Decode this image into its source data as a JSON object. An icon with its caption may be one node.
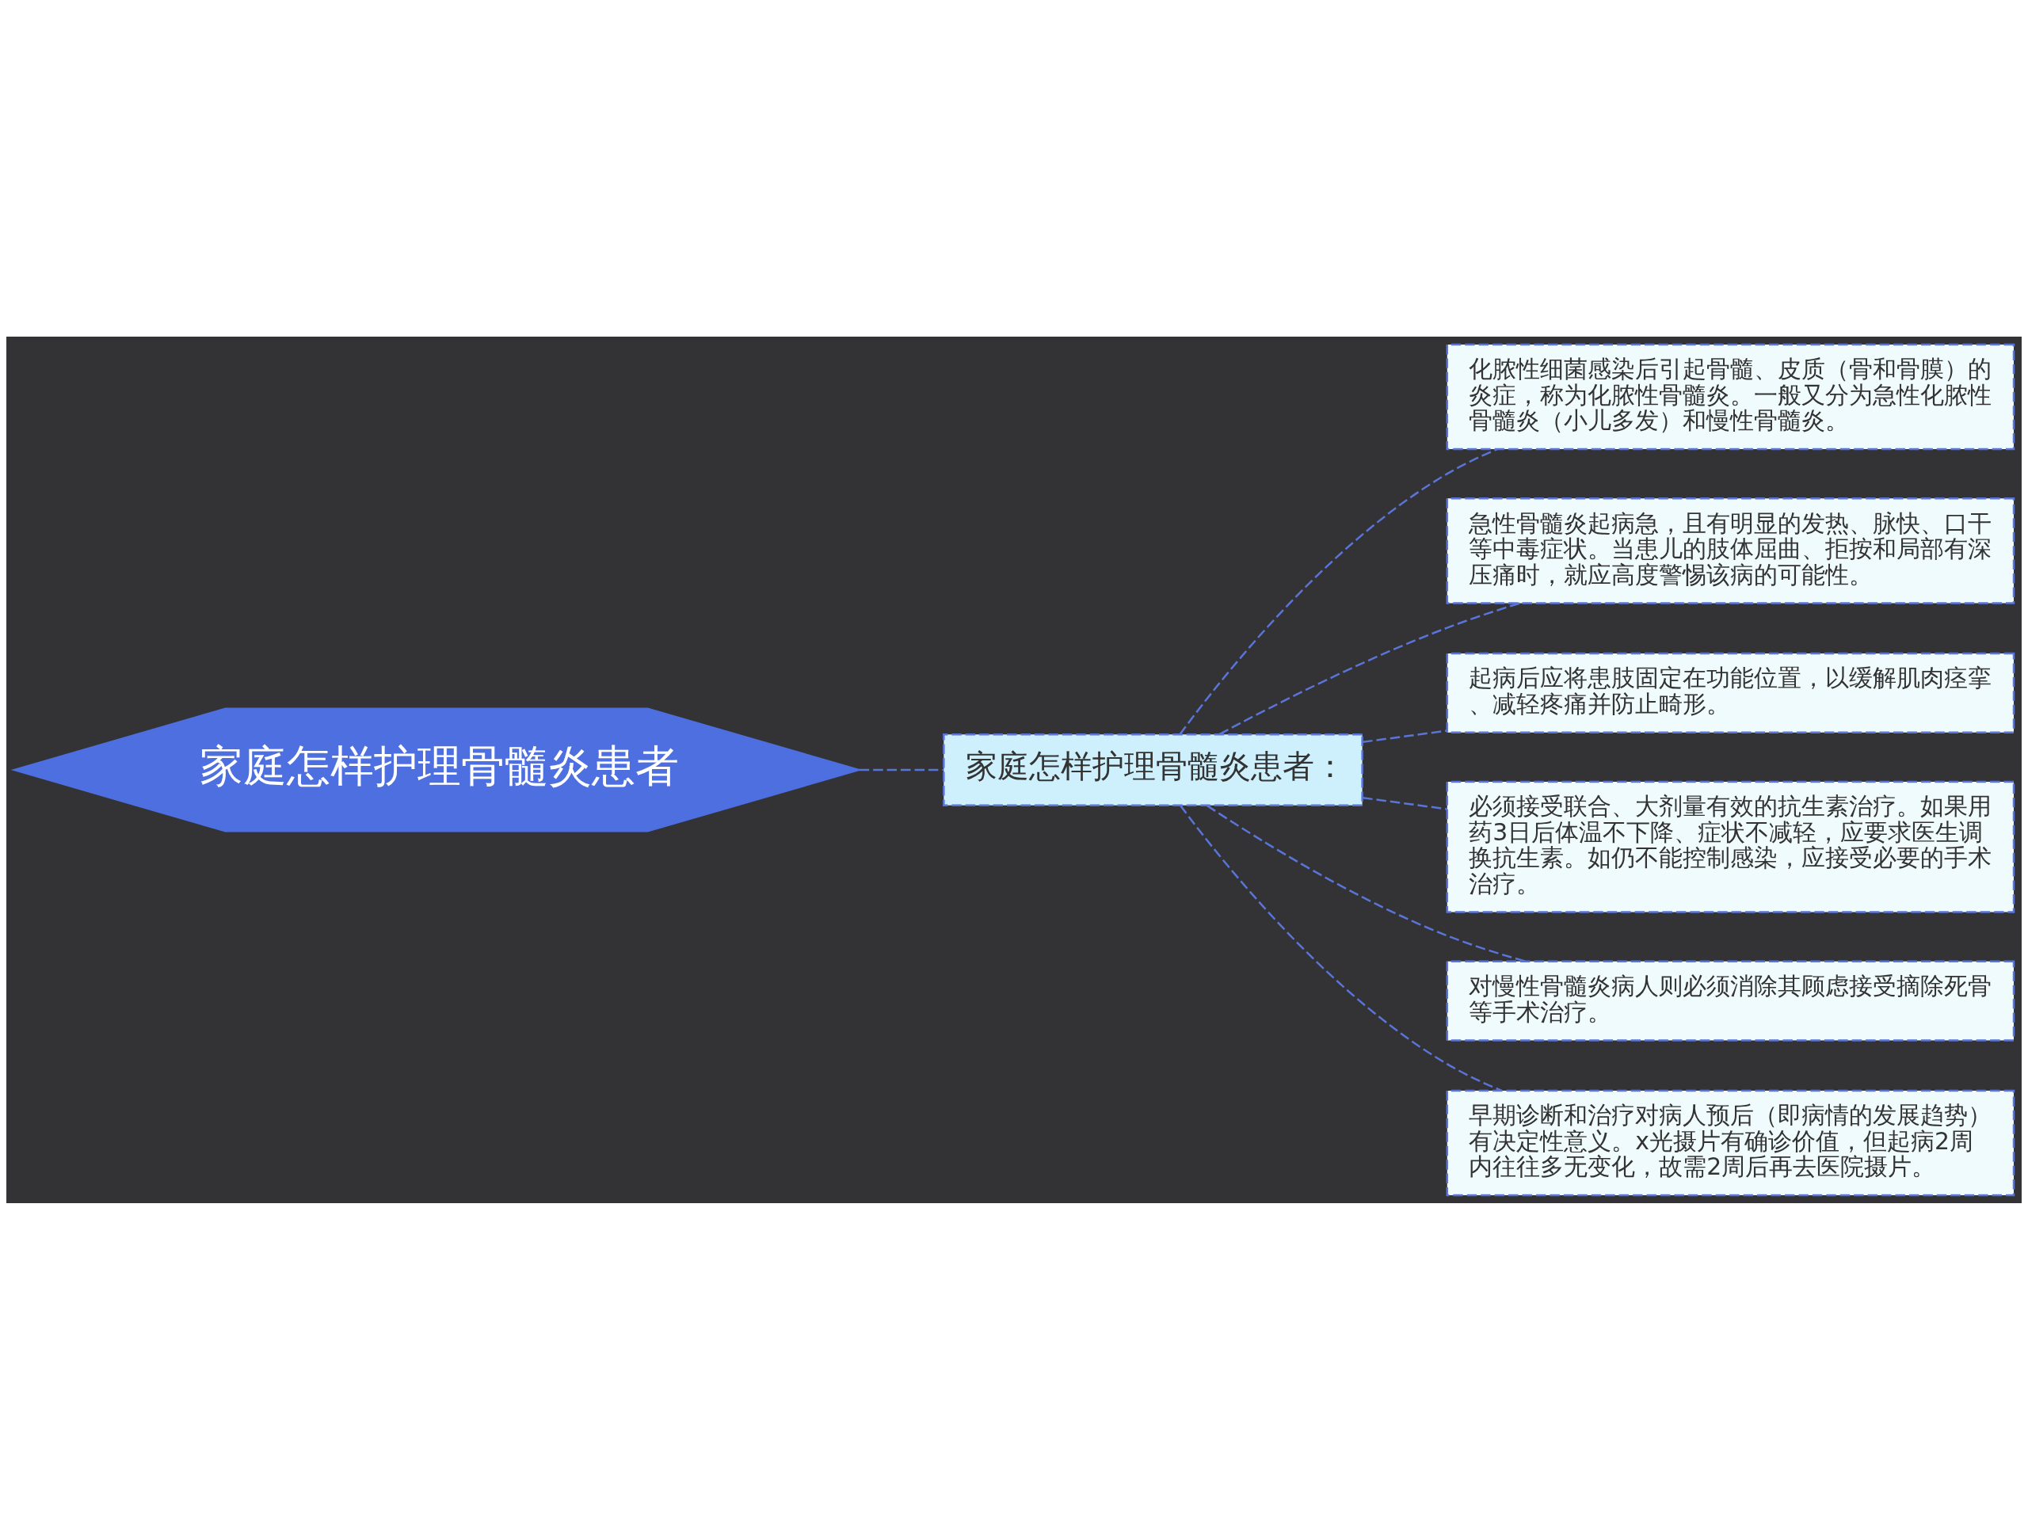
{
  "diagram": {
    "nodes": [
      {
        "text": [
          "家庭怎样护理骨髓炎患者"
        ]
      },
      {
        "text": [
          "家庭怎样护理骨髓炎患者："
        ]
      },
      {
        "text": [
          "化脓性细菌感染后引起骨髓、皮质（骨和骨膜）的炎症，称为化脓性骨髓炎。一般又分为急性化脓性骨髓炎（小儿多发）和慢性骨髓炎。"
        ]
      },
      {
        "text": [
          "急性骨髓炎起病急，且有明显的发热、脉快、口干等中毒症状。当患儿的肢体屈曲、拒按和局部有深压痛时，就应高度警惕该病的可能性。"
        ]
      },
      {
        "text": [
          "起病后应将患肢固定在功能位置，以缓解肌肉痉挛、减轻疼痛并防止畸形。"
        ]
      },
      {
        "text": [
          "必须接受联合、大剂量有效的抗生素治疗。如果用药3日后体温不下降、症状不减轻，应要求医生调换抗生素。如仍不能控制感染，应接受必要的手术治疗。"
        ]
      },
      {
        "text": [
          "对慢性骨髓炎病人则必须消除其顾虑接受摘除死骨等手术治疗。"
        ]
      },
      {
        "text": [
          "早期诊断和治疗对病人预后（即病情的发展趋势）有决定性意义。x光摄片有确诊价值，但起病2周内往往多无变化，故需2周后再去医院摄片。"
        ]
      }
    ],
    "edges": [
      {
        "from": 0,
        "to": 1,
        "arrow": "none",
        "style": "dashed"
      },
      {
        "from": 1,
        "to": 2,
        "arrow": "none",
        "style": "dashed"
      },
      {
        "from": 1,
        "to": 3,
        "arrow": "none",
        "style": "dashed"
      },
      {
        "from": 1,
        "to": 4,
        "arrow": "none",
        "style": "dashed"
      },
      {
        "from": 1,
        "to": 5,
        "arrow": "none",
        "style": "dashed"
      },
      {
        "from": 1,
        "to": 6,
        "arrow": "none",
        "style": "dashed"
      },
      {
        "from": 1,
        "to": 7,
        "arrow": "none",
        "style": "dashed"
      }
    ]
  }
}
